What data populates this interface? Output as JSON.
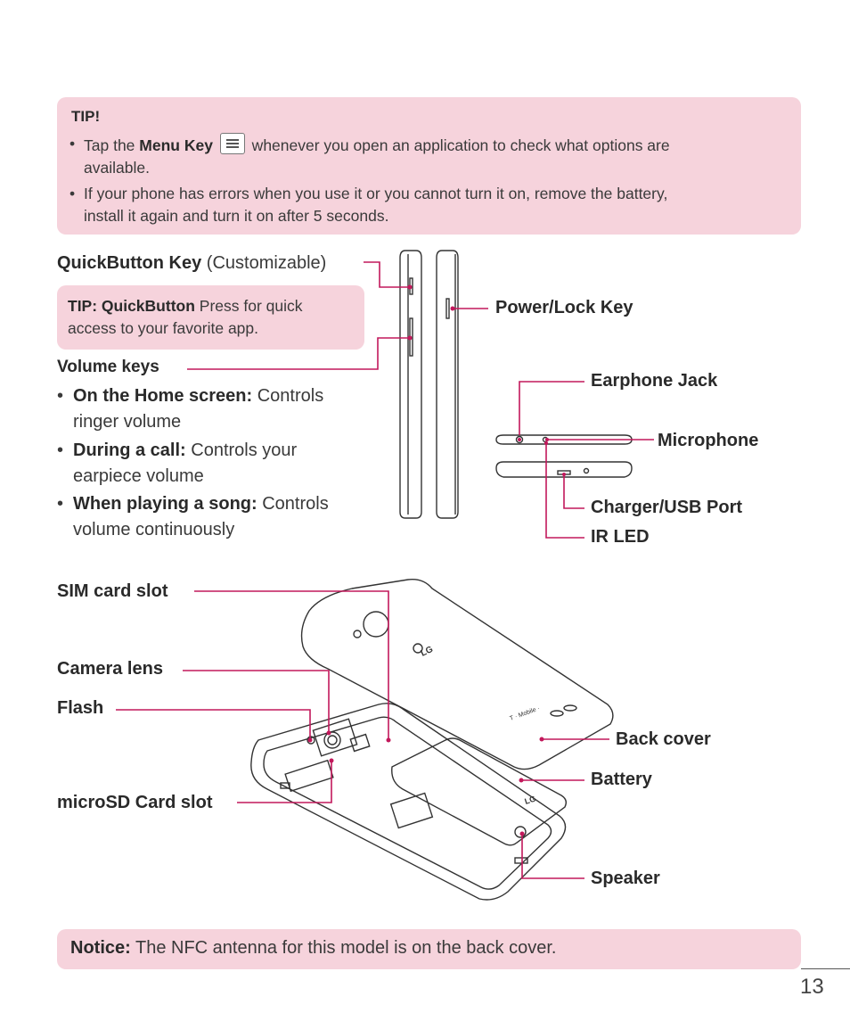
{
  "tip_box": {
    "title": "TIP!",
    "bullet1_pre": "Tap the ",
    "bullet1_key": "Menu Key",
    "bullet1_post": " whenever you open an application to check what options are",
    "bullet1_line2": "available.",
    "bullet2_line1": "If your phone has errors when you use it or you cannot turn it on, remove the battery,",
    "bullet2_line2": "install it again and turn it on after 5 seconds."
  },
  "quickbutton": {
    "label_bold": "QuickButton Key",
    "label_rest": " (Customizable)",
    "tip_bold": "TIP: QuickButton",
    "tip_rest": " Press for quick",
    "tip_line2": "access to your favorite app."
  },
  "volume": {
    "title": "Volume keys",
    "items": [
      {
        "bold": "On the Home screen:",
        "rest": " Controls",
        "line2": "ringer volume"
      },
      {
        "bold": "During a call:",
        "rest": " Controls your",
        "line2": "earpiece volume"
      },
      {
        "bold": "When playing a song:",
        "rest": " Controls",
        "line2": "volume continuously"
      }
    ]
  },
  "labels": {
    "power_lock": "Power/Lock Key",
    "earphone": "Earphone Jack",
    "microphone": "Microphone",
    "charger": "Charger/USB Port",
    "ir_led": "IR LED",
    "sim": "SIM card slot",
    "camera": "Camera lens",
    "flash": "Flash",
    "microsd": "microSD Card slot",
    "back_cover": "Back cover",
    "battery": "Battery",
    "speaker": "Speaker"
  },
  "device_text": {
    "logo": "LG",
    "carrier": "T · Mobile ·"
  },
  "notice": {
    "bold": "Notice:",
    "text": " The NFC antenna for this model is on the back cover."
  },
  "page_number": "13",
  "colors": {
    "accent_line": "#c2185b",
    "box_fill": "#f6d3dc"
  }
}
